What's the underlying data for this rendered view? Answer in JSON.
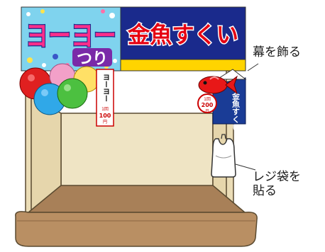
{
  "banner": {
    "yoyo_text": "ヨーヨー",
    "tsuri_text": "つり",
    "kingyo_text": "金魚すくい"
  },
  "poster": {
    "text": "ヨーヨー",
    "price_line1": "1回",
    "price_line2": "100",
    "price_unit": "円"
  },
  "flag": {
    "price_line1": "1回",
    "price_line2": "200",
    "price_unit": "円",
    "text": "金魚すくい"
  },
  "annotations": {
    "curtain": "幕を飾る",
    "bag_line1": "レジ袋を",
    "bag_line2": "貼る"
  },
  "colors": {
    "yoyo_banner_bg": "#7fd3ee",
    "kingyo_banner_bg": "#1a2a8c",
    "kingyo_text": "#e60012",
    "booth_wall": "#eadcb6",
    "booth_floor": "#a07a55",
    "flag_blue": "#1a3c96"
  }
}
